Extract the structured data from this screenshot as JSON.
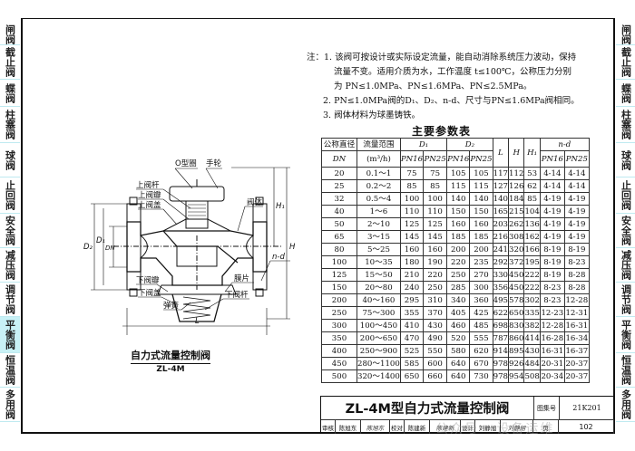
{
  "left_tabs": [
    {
      "label": "闸阀",
      "active": false
    },
    {
      "label": "截止阀",
      "active": false
    },
    {
      "label": "蝶阀",
      "active": false
    },
    {
      "label": "柱塞阀",
      "active": false
    },
    {
      "label": "球阀",
      "active": false
    },
    {
      "label": "止回阀",
      "active": false
    },
    {
      "label": "安全阀",
      "active": false
    },
    {
      "label": "减压阀",
      "active": false
    },
    {
      "label": "调节阀",
      "active": false
    },
    {
      "label": "平衡阀",
      "active": true
    },
    {
      "label": "恒温阀",
      "active": false
    },
    {
      "label": "多用阀",
      "active": false
    }
  ],
  "right_tabs": [
    {
      "label": "闸阀"
    },
    {
      "label": "截止阀"
    },
    {
      "label": "蝶阀"
    },
    {
      "label": "柱塞阀"
    },
    {
      "label": "球阀"
    },
    {
      "label": "止回阀"
    },
    {
      "label": "安全阀"
    },
    {
      "label": "减压阀"
    },
    {
      "label": "调节阀"
    },
    {
      "label": "平衡阀"
    },
    {
      "label": "恒温阀"
    },
    {
      "label": "多用阀"
    }
  ],
  "notes": {
    "prefix": "注：",
    "lines": [
      "1. 该阀可按设计或实际设定流量，能自动消除系统压力波动，保持",
      "流量不变。适用介质为水，工作温度 t≤100℃，公称压力分别",
      "为 PN≤1.0MPa、PN≤1.6MPa、PN≤2.5MPa。",
      "2. PN≤1.0MPa阀的D₁、D₂、n-d、尺寸与PN≤1.6MPa阀相同。",
      "3. 阀体材料为球墨铸铁。"
    ]
  },
  "table": {
    "title": "主要参数表",
    "headers": {
      "dn_cn": "公称直径",
      "dn": "DN",
      "flow_cn": "流量范围",
      "flow_unit": "(m³/h)",
      "d1": "D₁",
      "d2": "D₂",
      "l": "L",
      "h": "H",
      "h1": "H₁",
      "nd": "n-d",
      "pn16": "PN16",
      "pn25": "PN25"
    },
    "rows": [
      [
        "20",
        "0.1～1",
        "75",
        "75",
        "105",
        "105",
        "117",
        "112",
        "53",
        "4-14",
        "4-14"
      ],
      [
        "25",
        "0.2～2",
        "85",
        "85",
        "115",
        "115",
        "127",
        "126",
        "62",
        "4-14",
        "4-14"
      ],
      [
        "32",
        "0.5～4",
        "100",
        "100",
        "140",
        "140",
        "140",
        "184",
        "85",
        "4-19",
        "4-19"
      ],
      [
        "40",
        "1～6",
        "110",
        "110",
        "150",
        "150",
        "165",
        "215",
        "104",
        "4-19",
        "4-19"
      ],
      [
        "50",
        "2～10",
        "125",
        "125",
        "160",
        "160",
        "203",
        "262",
        "136",
        "4-19",
        "4-19"
      ],
      [
        "65",
        "3～15",
        "145",
        "145",
        "185",
        "185",
        "216",
        "308",
        "162",
        "4-19",
        "4-19"
      ],
      [
        "80",
        "5～25",
        "160",
        "160",
        "200",
        "200",
        "241",
        "320",
        "166",
        "8-19",
        "8-19"
      ],
      [
        "100",
        "10～35",
        "180",
        "190",
        "220",
        "235",
        "292",
        "372",
        "195",
        "8-19",
        "8-23"
      ],
      [
        "125",
        "15～50",
        "210",
        "220",
        "250",
        "270",
        "330",
        "450",
        "222",
        "8-19",
        "8-28"
      ],
      [
        "150",
        "20～80",
        "240",
        "250",
        "285",
        "300",
        "356",
        "450",
        "222",
        "8-23",
        "8-28"
      ],
      [
        "200",
        "40～160",
        "295",
        "310",
        "340",
        "360",
        "495",
        "578",
        "302",
        "8-23",
        "12-28"
      ],
      [
        "250",
        "75～300",
        "355",
        "370",
        "405",
        "425",
        "622",
        "650",
        "335",
        "12-23",
        "12-31"
      ],
      [
        "300",
        "100～450",
        "410",
        "430",
        "460",
        "485",
        "698",
        "830",
        "382",
        "12-28",
        "16-31"
      ],
      [
        "350",
        "200～650",
        "470",
        "490",
        "520",
        "555",
        "787",
        "860",
        "414",
        "16-28",
        "16-34"
      ],
      [
        "400",
        "250～900",
        "525",
        "550",
        "580",
        "620",
        "914",
        "895",
        "430",
        "16-31",
        "16-37"
      ],
      [
        "450",
        "280～1100",
        "585",
        "600",
        "640",
        "670",
        "978",
        "926",
        "484",
        "20-31",
        "20-37"
      ],
      [
        "500",
        "320～1400",
        "650",
        "660",
        "640",
        "730",
        "978",
        "954",
        "508",
        "20-34",
        "20-37"
      ]
    ]
  },
  "drawing": {
    "labels": {
      "o_ring": "O型圈",
      "handwheel": "手轮",
      "upper_stem": "上阀杆",
      "upper_disc": "上阀瓣",
      "upper_bonnet": "上阀盖",
      "body": "阀体",
      "lower_disc": "下阀瓣",
      "lower_bonnet": "下阀盖",
      "spring": "弹簧",
      "diaphragm": "膜片",
      "lower_stem": "下阀杆",
      "dim_l": "L",
      "dim_h": "H",
      "dim_h1": "H₁",
      "dim_d1": "D₁",
      "dim_d2": "D₂",
      "dim_dn": "DN",
      "dim_nd": "n-d"
    },
    "caption_title": "自力式流量控制阀",
    "caption_model": "ZL-4M"
  },
  "title_block": {
    "title": "ZL-4M型自力式流量控制阀",
    "atlas_label": "图集号",
    "atlas_no": "21K201",
    "review_label": "审核",
    "reviewer": "陈旭东",
    "reviewer_sig": "陈旭东",
    "check_label": "校对",
    "checker": "陈建新",
    "checker_sig": "陈建新",
    "design_label": "设计",
    "designer": "刘静旭",
    "designer_sig": "刘静旭",
    "page_label": "页",
    "page_no": "102"
  },
  "watermark": "公众号 · 设备运维"
}
